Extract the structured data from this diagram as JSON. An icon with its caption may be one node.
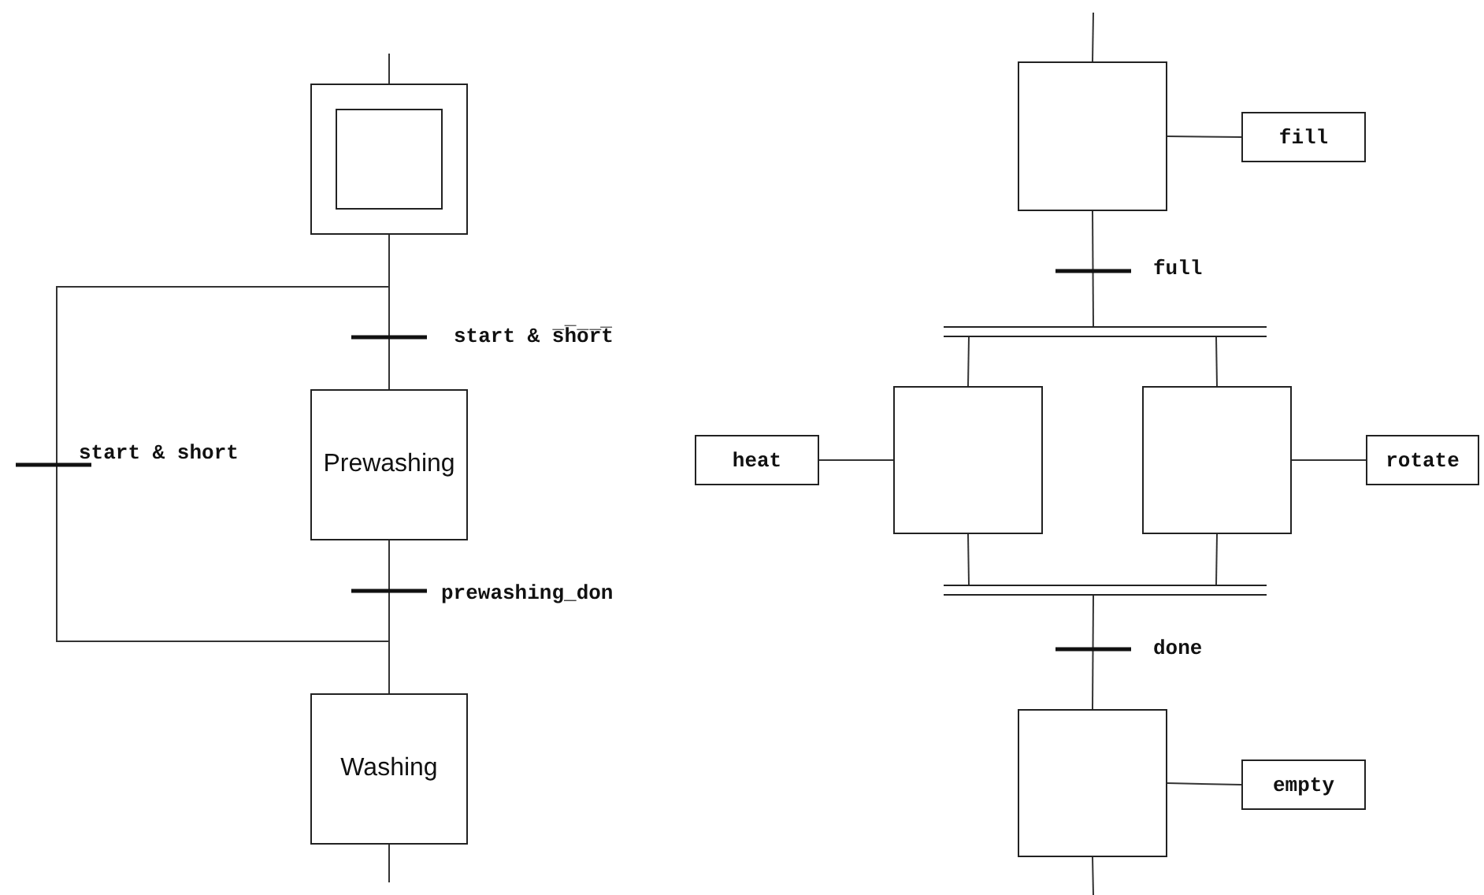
{
  "diagram": {
    "nodes": [
      {
        "text": [],
        "shape": "box"
      },
      {
        "text": [
          "Prewashing"
        ]
      },
      {
        "text": [
          "Washing"
        ]
      },
      {
        "text": [],
        "shape": "box"
      },
      {
        "text": [
          "fill"
        ]
      },
      {
        "text": [],
        "shape": "bar"
      },
      {
        "text": [
          "heat"
        ]
      },
      {
        "text": [],
        "shape": "box"
      },
      {
        "text": [],
        "shape": "box"
      },
      {
        "text": [
          "rotate"
        ]
      },
      {
        "text": [],
        "shape": "bar"
      },
      {
        "text": [],
        "shape": "box"
      },
      {
        "text": [
          "empty"
        ]
      }
    ],
    "edges": [
      {
        "from": null,
        "to": 0,
        "arrow": "none"
      },
      {
        "from": 0,
        "to": 1,
        "arrow": "none",
        "label": "start & s̅h̅o̅r̅t̅"
      },
      {
        "from": 0,
        "to": 2,
        "arrow": "none",
        "label": "start & short"
      },
      {
        "from": 1,
        "to": 2,
        "arrow": "none",
        "label": "prewashing_don"
      },
      {
        "from": 2,
        "to": null,
        "arrow": "none"
      },
      {
        "from": null,
        "to": 3,
        "arrow": "none"
      },
      {
        "from": 3,
        "to": 4,
        "arrow": "none"
      },
      {
        "from": 3,
        "to": 5,
        "arrow": "none",
        "label": "full"
      },
      {
        "from": 5,
        "to": 7,
        "arrow": "none"
      },
      {
        "from": 5,
        "to": 8,
        "arrow": "none"
      },
      {
        "from": 7,
        "to": 6,
        "arrow": "none"
      },
      {
        "from": 8,
        "to": 9,
        "arrow": "none"
      },
      {
        "from": 7,
        "to": 10,
        "arrow": "none"
      },
      {
        "from": 8,
        "to": 10,
        "arrow": "none"
      },
      {
        "from": 10,
        "to": 11,
        "arrow": "none",
        "label": "done"
      },
      {
        "from": 11,
        "to": 12,
        "arrow": "none"
      },
      {
        "from": 11,
        "to": null,
        "arrow": "none"
      }
    ]
  }
}
